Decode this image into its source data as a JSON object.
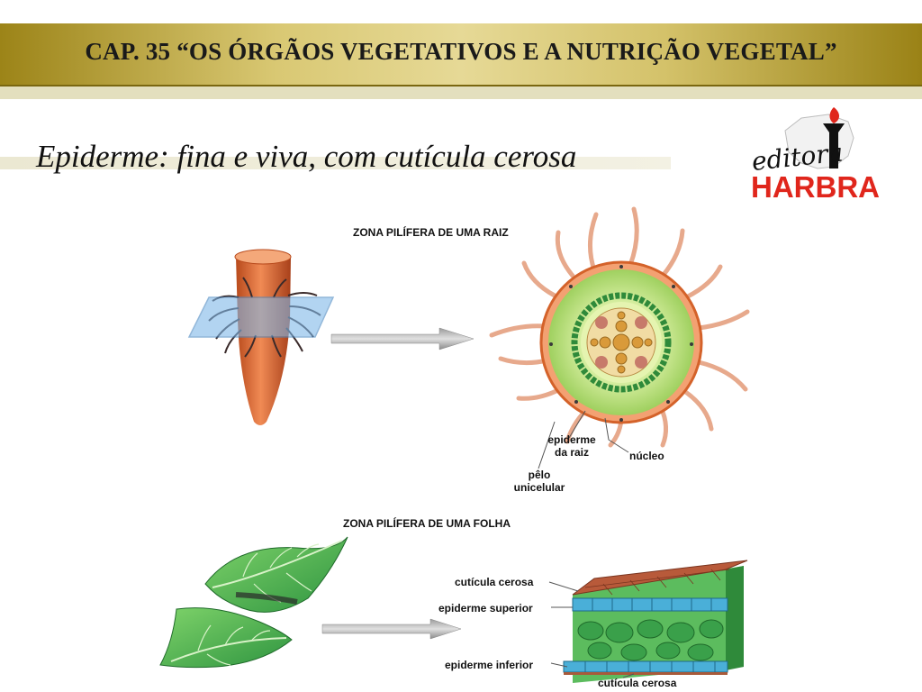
{
  "header": {
    "title": "CAP. 35 “OS ÓRGÃOS VEGETATIVOS E A NUTRIÇÃO VEGETAL”"
  },
  "subtitle": "Epiderme: fina e viva, com cutícula cerosa",
  "logo": {
    "script_text": "editora",
    "brand_text": "HARBRA"
  },
  "root_diagram": {
    "title": "ZONA PILÍFERA DE UMA RAIZ",
    "labels": {
      "epiderme_line1": "epiderme",
      "epiderme_line2": "da raiz",
      "nucleo": "núcleo",
      "pelo_line1": "pêlo",
      "pelo_line2": "unicelular"
    }
  },
  "leaf_diagram": {
    "title": "ZONA PILÍFERA DE UMA FOLHA",
    "labels": {
      "cuticula_top": "cutícula cerosa",
      "epiderme_superior": "epiderme superior",
      "epiderme_inferior": "epiderme inferior",
      "cuticula_bottom": "cutícula cerosa"
    }
  },
  "colors": {
    "header_gold": "#c8b450",
    "root_orange": "#d4622a",
    "cortex_green": "#a9d66a",
    "leaf_green": "#3fae4a",
    "cuticle_brown": "#a85a3a",
    "epidermis_blue": "#3a9fc8",
    "logo_red": "#e0261c"
  }
}
